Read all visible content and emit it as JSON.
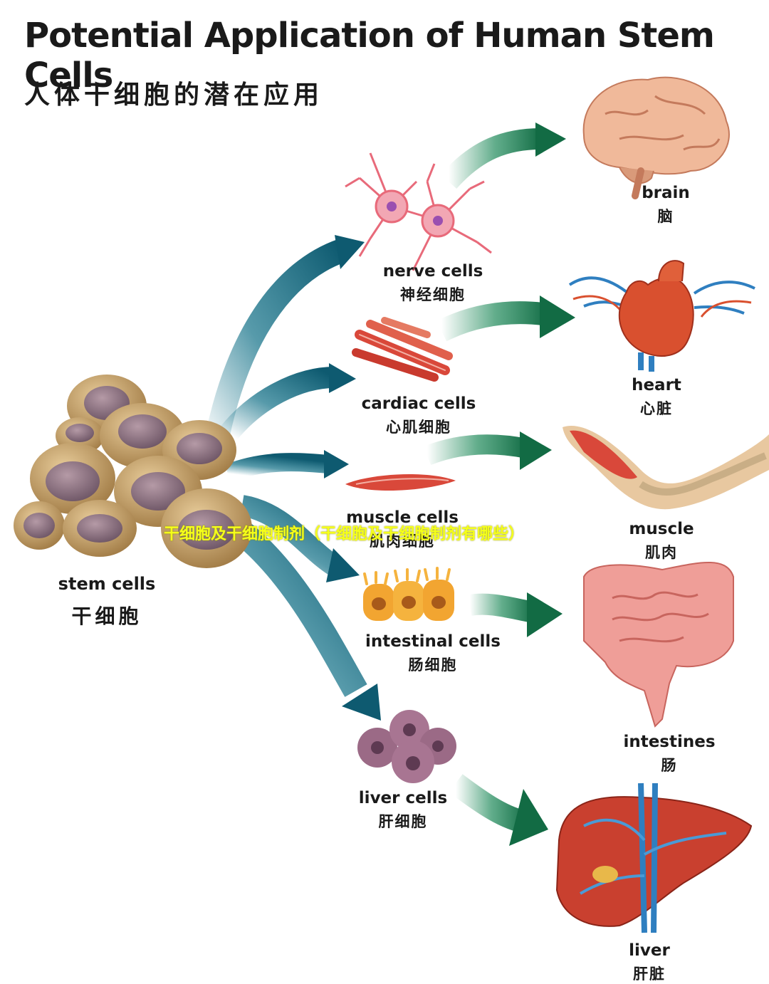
{
  "title": "Potential Application of Human Stem Cells",
  "subtitle": "人体干细胞的潜在应用",
  "source": {
    "en": "stem cells",
    "zh": "干细胞"
  },
  "cells": [
    {
      "en": "nerve cells",
      "zh": "神经细胞"
    },
    {
      "en": "cardiac cells",
      "zh": "心肌细胞"
    },
    {
      "en": "muscle cells",
      "zh": "肌肉细胞"
    },
    {
      "en": "intestinal cells",
      "zh": "肠细胞"
    },
    {
      "en": "liver cells",
      "zh": "肝细胞"
    }
  ],
  "organs": [
    {
      "en": "brain",
      "zh": "脑"
    },
    {
      "en": "heart",
      "zh": "心脏"
    },
    {
      "en": "muscle",
      "zh": "肌肉"
    },
    {
      "en": "intestines",
      "zh": "肠"
    },
    {
      "en": "liver",
      "zh": "肝脏"
    }
  ],
  "watermark": "干细胞及干细胞制剂（干细胞及干细胞制剂有哪些）",
  "colors": {
    "teal_arrow": "#0f6f86",
    "green_arrow": "#1f8a5a",
    "stem_cell": "#c9a36e",
    "stem_nucleus": "#8a7080",
    "muscle_red": "#d9483a",
    "intestinal_orange": "#f2a531",
    "liver_cell": "#9b6a86",
    "brain_pink": "#f0b99a",
    "heart_red": "#d9502f",
    "liver_red": "#c9402f",
    "intestine_pink": "#ef9e98",
    "watermark_yellow": "#f5ff1a"
  }
}
